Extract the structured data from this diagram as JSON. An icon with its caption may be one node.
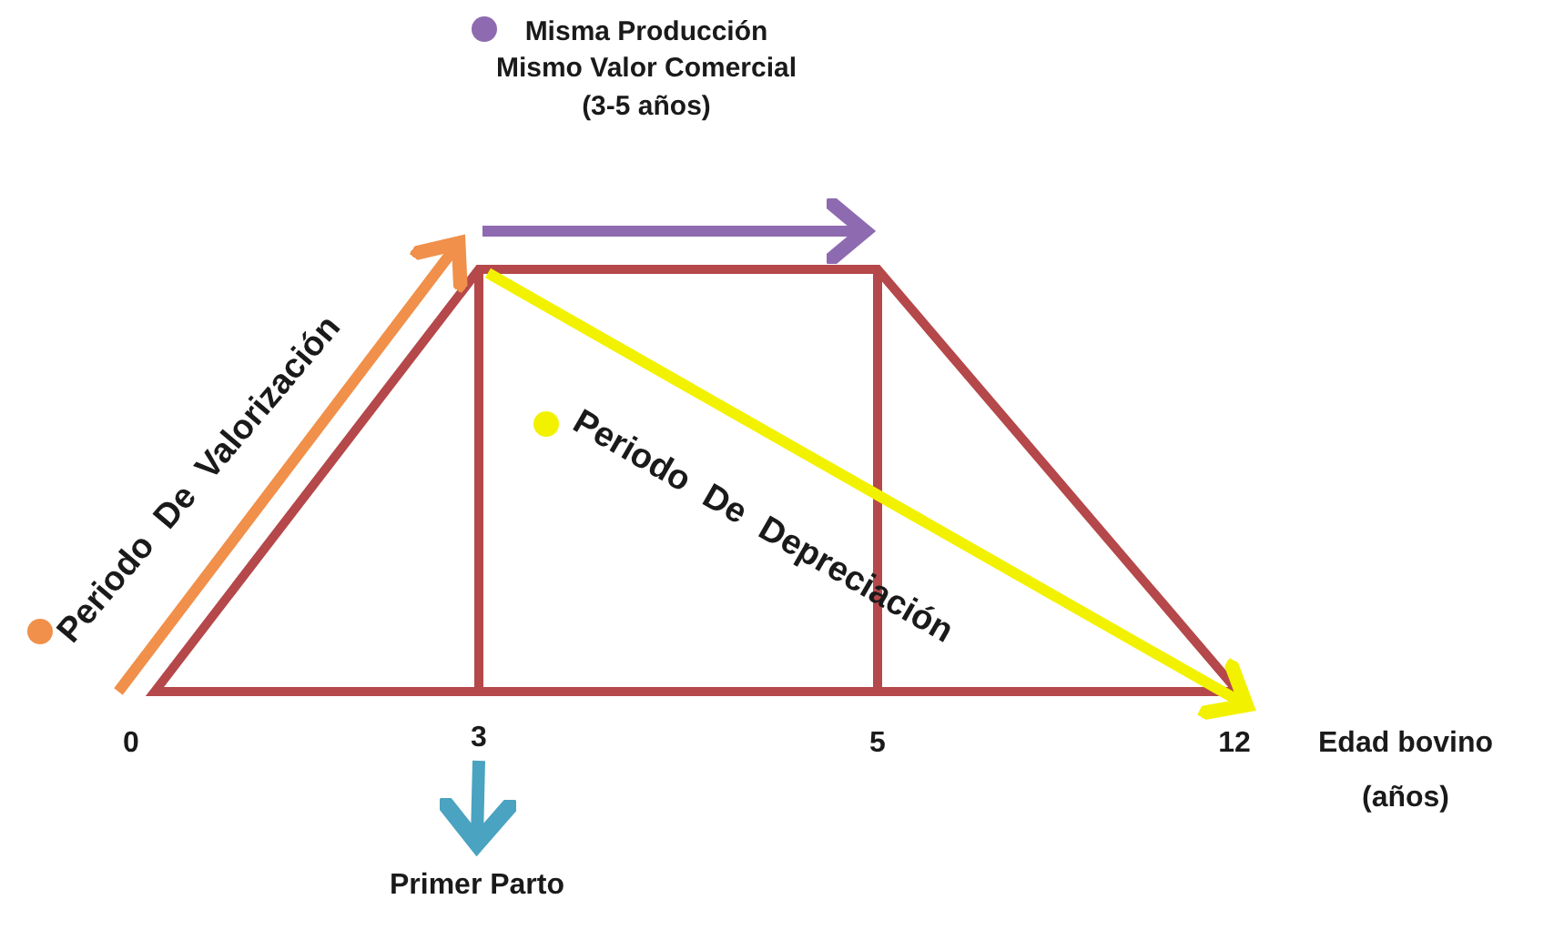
{
  "diagram": {
    "nodes": [
      {
        "text": [
          "3"
        ]
      },
      {
        "text": [
          "Primer Parto"
        ]
      }
    ],
    "edges": [
      {
        "from": 0,
        "to": 1,
        "arrow": "to"
      }
    ],
    "labels": [
      "0",
      "5",
      "12",
      "Edad bovino (años)"
    ],
    "legend": [
      {
        "text": "Misma Producción Mismo Valor Comercial (3-5 años)",
        "color": "#8e6bb0"
      },
      {
        "text": "Periodo De Valorización",
        "color": "#f0904a"
      },
      {
        "text": "Periodo De Depreciación",
        "color": "#f2f200"
      }
    ]
  }
}
